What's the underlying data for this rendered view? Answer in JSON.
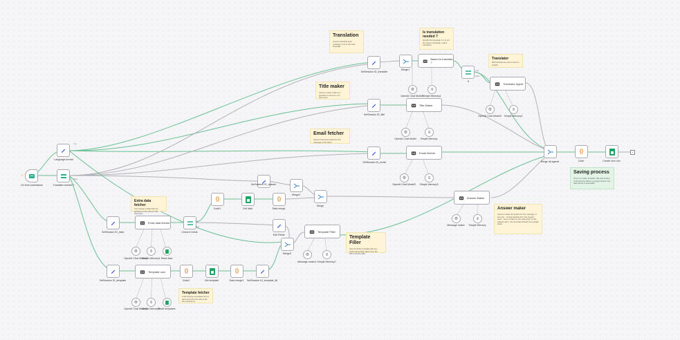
{
  "notes": {
    "translation": {
      "title": "Translation",
      "desc": "Used to translate input message if not in the main language"
    },
    "is_translation": {
      "title": "Is translation needed ?",
      "desc": "Identify the language. If it is not the chosen language, output translation"
    },
    "translator": {
      "title": "Translator",
      "desc": "Will translate any text in input in english"
    },
    "title_maker": {
      "title": "Title maker",
      "desc": "Used to create a title to a question to send it to our document"
    },
    "email_fetcher": {
      "title": "Email fetcher",
      "desc": "Used to fetch the email from the message of the client"
    },
    "extra_data": {
      "title": "Extra data fetcher",
      "desc": "If an answer is filled that are pertinent to the case for this instruction"
    },
    "template_filler": {
      "title": "Template Filler",
      "desc": "Used to fill the template with any useful information taken from the client and the data"
    },
    "answer_maker": {
      "title": "Answer maker",
      "desc": "Used to create the answer for the message. It can use: - context fetched from the support team - some context for the case given by the support team - the template fetched from google sheet"
    },
    "template_fetcher": {
      "title": "Template fetcher",
      "desc": "It will retrieve a template from a document from the case it fits the instructions"
    },
    "saving": {
      "title": "Saving process",
      "desc": "Once it is ready, template, title and answer, it will save the data in a google sheets. Any data stored is accessible"
    }
  },
  "nodes": {
    "trigger": "On form submission",
    "language_format": "Language format",
    "translate_needed": "Translate needed ?",
    "set_translate": "SetSession ID_translate",
    "merge1": "Merge1",
    "based_translate": "Based to translate ?",
    "openai1": "OpenAI Chat Model1",
    "memory1": "Simple Memory1",
    "if_node": "If",
    "translator_agent": "Translator Agent",
    "openai_translator": "OpenAI Chat Model2",
    "memory_translator": "Simple Memory2",
    "set_title": "SetSession ID_title",
    "title_maker": "Title Maker",
    "openai_title": "OpenAI Chat Model",
    "memory_title": "Simple Memory",
    "set_email": "SetSession ID_email",
    "email_fetcher": "Email fetcher",
    "openai_email": "OpenAI Chat Model3",
    "memory_email": "Simple Memory3",
    "merge_all": "Merge all agents",
    "code_final": "Code",
    "create_row": "Create new row",
    "set_answer": "SetSession ID_answer",
    "merge2": "Merge2",
    "merge": "Merge",
    "code1": "Code1",
    "get_data": "Get data",
    "data_merge": "Data merge",
    "answer_maker": "Answer Maker",
    "message_maker": "Message maker",
    "memory_answer": "Simple Memory",
    "set_data": "SetSession ID_data",
    "extra_data_fetcher": "Extra data fetcher",
    "check_if_exists": "Check if exists",
    "edit_fields": "Edit Fields",
    "openai_extra": "OpenAI Chat Model4",
    "memory_extra": "Simple Memory4",
    "read_data": "Read data",
    "template_filler": "Template Filler",
    "message_maker2": "Message maker1",
    "memory_filler": "Simple Memory7",
    "merge3": "Merge3",
    "set_template": "SetSession ID_template",
    "template_user": "Template user",
    "code2": "Code2",
    "get_template": "Get template",
    "data_merge2": "Data merge1",
    "set_template2": "SetSession ID_template_fill",
    "openai_template": "OpenAI Chat Model5",
    "memory_template": "Simple Memory5",
    "read_templates": "Read templates"
  },
  "edges": {
    "true": "true",
    "false": "false"
  }
}
